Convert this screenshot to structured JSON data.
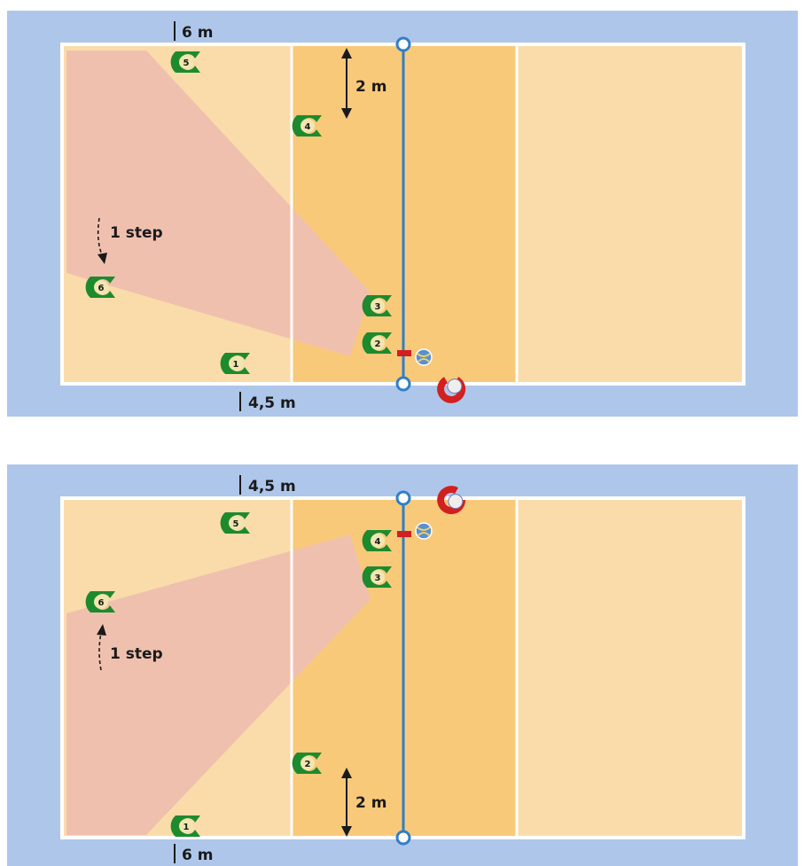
{
  "diagrams": [
    {
      "labels": {
        "top_dist": "6 m",
        "bottom_dist": "4,5 m",
        "line_dist": "2 m",
        "step": "1 step"
      },
      "players": [
        {
          "id": "1",
          "label": "1"
        },
        {
          "id": "2",
          "label": "2"
        },
        {
          "id": "3",
          "label": "3"
        },
        {
          "id": "4",
          "label": "4"
        },
        {
          "id": "5",
          "label": "5"
        },
        {
          "id": "6",
          "label": "6"
        }
      ]
    },
    {
      "labels": {
        "top_dist": "4,5 m",
        "bottom_dist": "6 m",
        "line_dist": "2 m",
        "step": "1 step"
      },
      "players": [
        {
          "id": "1",
          "label": "1"
        },
        {
          "id": "2",
          "label": "2"
        },
        {
          "id": "3",
          "label": "3"
        },
        {
          "id": "4",
          "label": "4"
        },
        {
          "id": "5",
          "label": "5"
        },
        {
          "id": "6",
          "label": "6"
        }
      ]
    }
  ],
  "colors": {
    "surround": "#aec6ea",
    "court_back": "#fadcaa",
    "court_front": "#f9c97a",
    "shadow": "#f0c0ae",
    "lines": "#ffffff",
    "net": "#2f7fc8",
    "player": "#1e8a2e",
    "player_face": "#f2e6b0",
    "opponent": "#d21f1f",
    "block_bar": "#d21f1f"
  }
}
